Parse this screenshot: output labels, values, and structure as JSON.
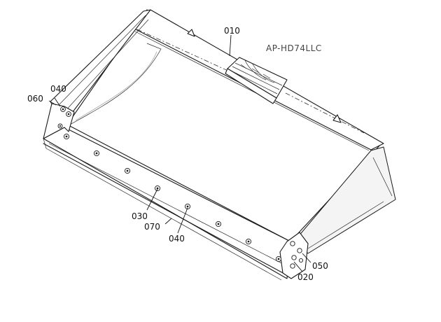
{
  "diagram": {
    "model_code": "AP-HD74LLC",
    "callouts": {
      "c010": "010",
      "c020": "020",
      "c030": "030",
      "c040a": "040",
      "c040b": "040",
      "c050": "050",
      "c060": "060",
      "c070": "070"
    }
  }
}
